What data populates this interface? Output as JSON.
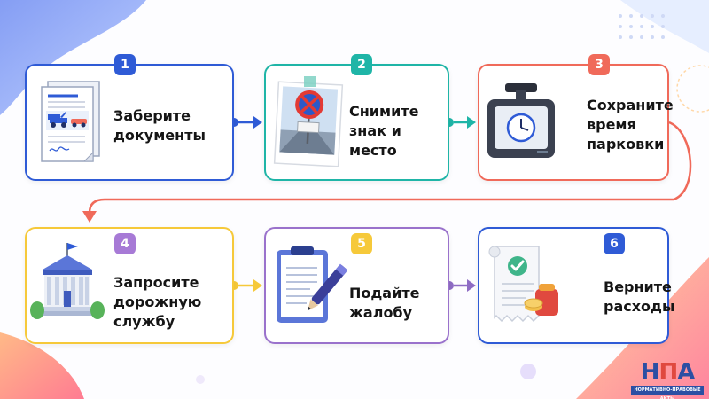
{
  "steps": [
    {
      "number": "1",
      "text": "Заберите\nдокументы",
      "color": "#2f5bd6"
    },
    {
      "number": "2",
      "text": "Снимите\nзнак и\nместо",
      "color": "#1fb5a7"
    },
    {
      "number": "3",
      "text": "Сохраните\nвремя\nпарковки",
      "color": "#f06a5a"
    },
    {
      "number": "4",
      "text": "Запросите\nдорожную\nслужбу",
      "color": "#a77ad6",
      "card_color": "#f6c93a"
    },
    {
      "number": "5",
      "text": "Подайте\nжалобу",
      "color": "#f6c93a",
      "card_color": "#9a72cc"
    },
    {
      "number": "6",
      "text": "Верните\nрасходы",
      "color": "#2f5bd6"
    }
  ],
  "logo": {
    "letters_1": "Н",
    "letters_2": "П",
    "letters_3": "А",
    "subtitle": "НОРМАТИВНО-ПРАВОВЫЕ АКТЫ"
  }
}
